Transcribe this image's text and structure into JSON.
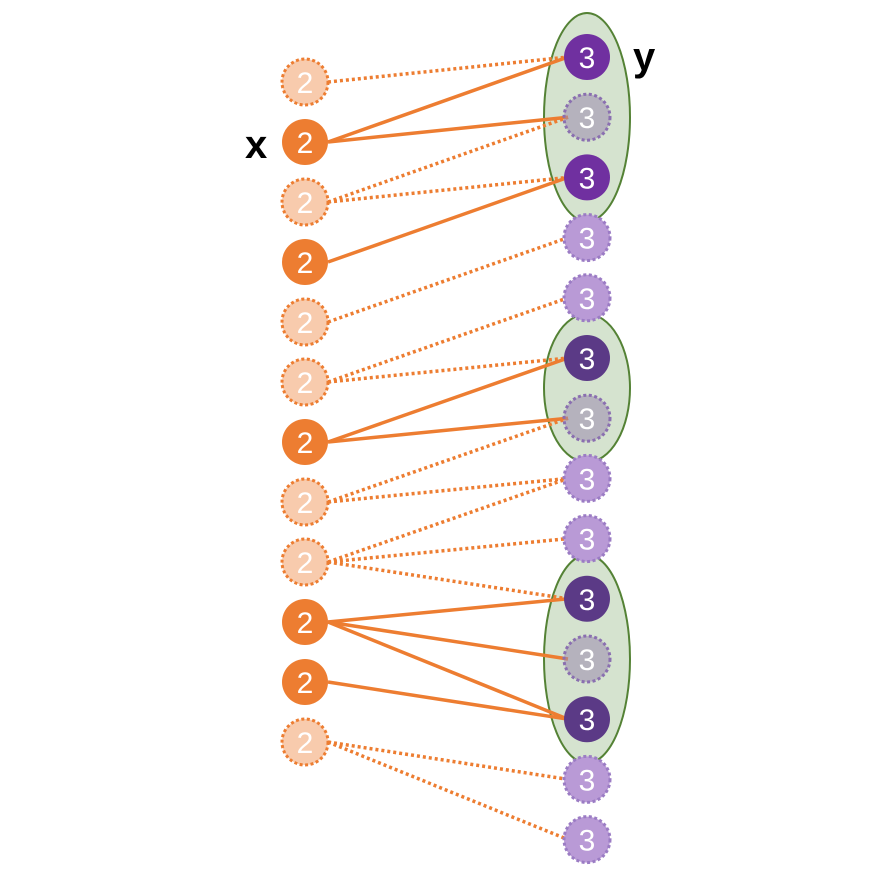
{
  "labels": {
    "x": "x",
    "y": "y"
  },
  "colors": {
    "orange_solid": "#ED7D31",
    "orange_faded": "#F8CBAD",
    "orange_edge": "#ED7D31",
    "purple_bright": "#7030A0",
    "purple_dark": "#5B3A86",
    "purple_faded": "#B99AD6",
    "group_fill": "#D5E3CF",
    "group_stroke": "#548235"
  },
  "left_nodes": [
    {
      "text": "2",
      "state": "faded"
    },
    {
      "text": "2",
      "state": "solid"
    },
    {
      "text": "2",
      "state": "faded"
    },
    {
      "text": "2",
      "state": "solid"
    },
    {
      "text": "2",
      "state": "faded"
    },
    {
      "text": "2",
      "state": "faded"
    },
    {
      "text": "2",
      "state": "solid"
    },
    {
      "text": "2",
      "state": "faded"
    },
    {
      "text": "2",
      "state": "faded"
    },
    {
      "text": "2",
      "state": "solid"
    },
    {
      "text": "2",
      "state": "solid"
    },
    {
      "text": "2",
      "state": "faded"
    }
  ],
  "right_nodes": [
    {
      "text": "3",
      "state": "bright"
    },
    {
      "text": "3",
      "state": "ghost"
    },
    {
      "text": "3",
      "state": "bright"
    },
    {
      "text": "3",
      "state": "faded"
    },
    {
      "text": "3",
      "state": "faded"
    },
    {
      "text": "3",
      "state": "dark"
    },
    {
      "text": "3",
      "state": "ghost"
    },
    {
      "text": "3",
      "state": "faded"
    },
    {
      "text": "3",
      "state": "faded"
    },
    {
      "text": "3",
      "state": "dark"
    },
    {
      "text": "3",
      "state": "ghost"
    },
    {
      "text": "3",
      "state": "dark"
    },
    {
      "text": "3",
      "state": "faded"
    },
    {
      "text": "3",
      "state": "faded"
    }
  ],
  "groups": [
    {
      "first": 0,
      "last": 2
    },
    {
      "first": 5,
      "last": 6
    },
    {
      "first": 9,
      "last": 11
    }
  ],
  "edges": [
    {
      "from": 0,
      "to": 0,
      "style": "dotted"
    },
    {
      "from": 1,
      "to": 0,
      "style": "solid"
    },
    {
      "from": 1,
      "to": 1,
      "style": "solid"
    },
    {
      "from": 2,
      "to": 1,
      "style": "dotted"
    },
    {
      "from": 2,
      "to": 2,
      "style": "dotted"
    },
    {
      "from": 3,
      "to": 2,
      "style": "solid"
    },
    {
      "from": 4,
      "to": 3,
      "style": "dotted"
    },
    {
      "from": 5,
      "to": 4,
      "style": "dotted"
    },
    {
      "from": 5,
      "to": 5,
      "style": "dotted"
    },
    {
      "from": 6,
      "to": 5,
      "style": "solid"
    },
    {
      "from": 6,
      "to": 6,
      "style": "solid"
    },
    {
      "from": 7,
      "to": 6,
      "style": "dotted"
    },
    {
      "from": 7,
      "to": 7,
      "style": "dotted"
    },
    {
      "from": 8,
      "to": 7,
      "style": "dotted"
    },
    {
      "from": 8,
      "to": 8,
      "style": "dotted"
    },
    {
      "from": 8,
      "to": 9,
      "style": "dotted"
    },
    {
      "from": 9,
      "to": 9,
      "style": "solid"
    },
    {
      "from": 9,
      "to": 10,
      "style": "solid"
    },
    {
      "from": 9,
      "to": 11,
      "style": "solid"
    },
    {
      "from": 10,
      "to": 11,
      "style": "solid"
    },
    {
      "from": 11,
      "to": 12,
      "style": "dotted"
    },
    {
      "from": 11,
      "to": 13,
      "style": "dotted"
    }
  ]
}
